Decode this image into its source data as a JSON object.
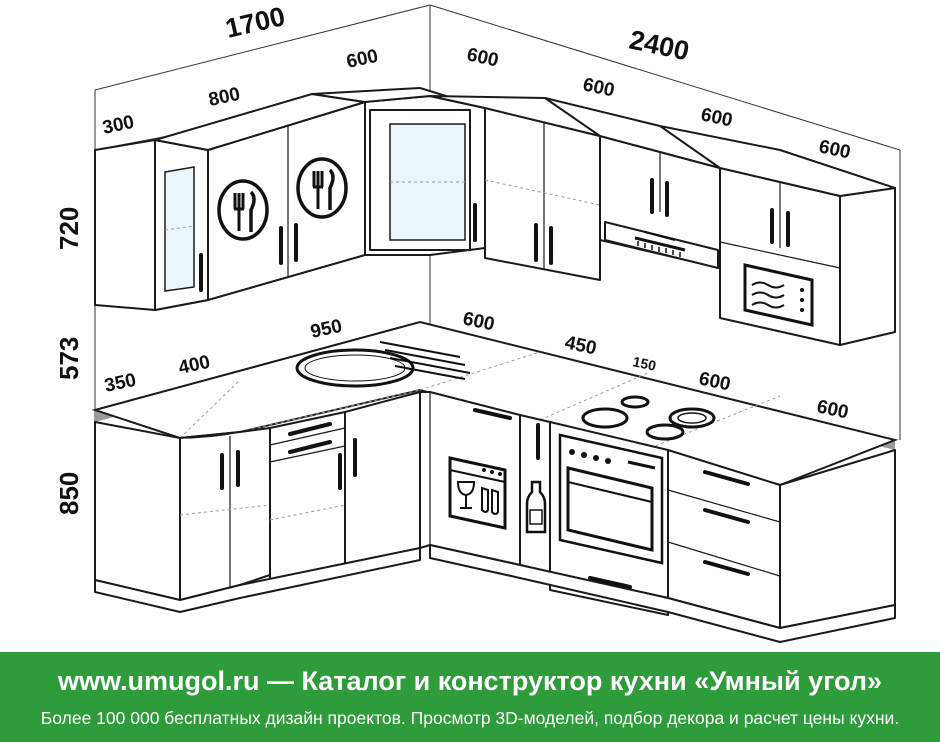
{
  "dimensions": {
    "top_left": "1700",
    "top_right": "2400",
    "upper_left": [
      "300",
      "800",
      "600"
    ],
    "upper_right": [
      "600",
      "600",
      "600",
      "600"
    ],
    "height_upper": "720",
    "height_mid": "573",
    "height_base": "850",
    "worktop_left": [
      "350",
      "400",
      "950"
    ],
    "worktop_right": [
      "600",
      "450",
      "150",
      "600",
      "600"
    ]
  },
  "banner": {
    "title": "www.umugol.ru  —  Каталог и конструктор кухни «Умный угол»",
    "subtitle": "Более 100 000 бесплатных дизайн проектов. Просмотр 3D-моделей, подбор декора и расчет цены кухни."
  },
  "colors": {
    "banner_bg": "#2e9c3b",
    "line": "#1a1a1a",
    "glass": "#eaf6fb"
  }
}
